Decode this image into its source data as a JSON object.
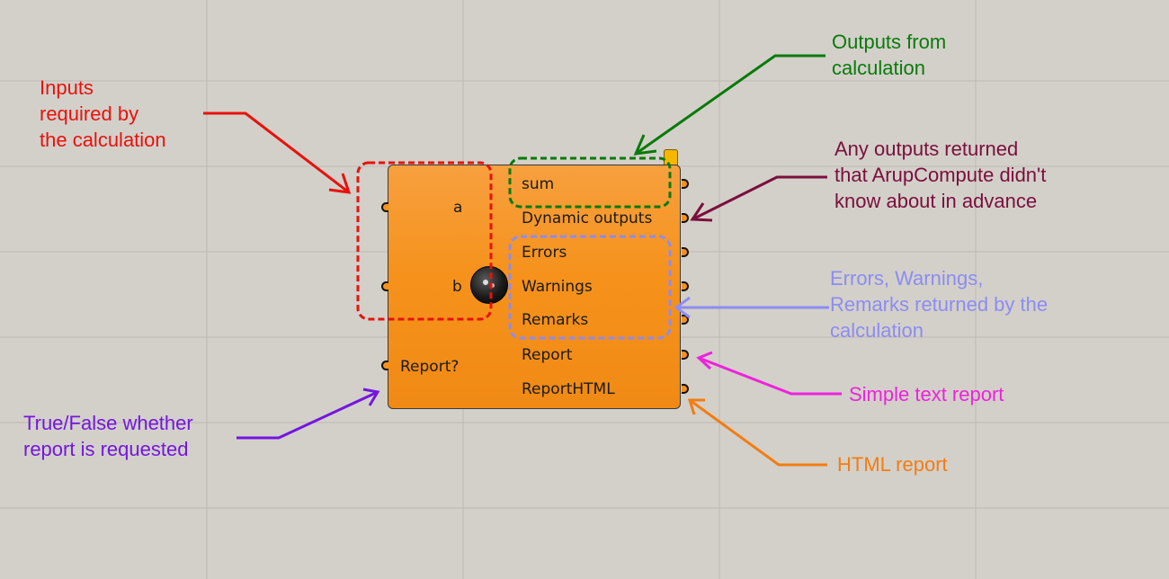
{
  "component": {
    "inputs": [
      {
        "label": "a"
      },
      {
        "label": "b"
      },
      {
        "label": "Report?"
      }
    ],
    "outputs": [
      {
        "label": "sum"
      },
      {
        "label": "Dynamic outputs"
      },
      {
        "label": "Errors"
      },
      {
        "label": "Warnings"
      },
      {
        "label": "Remarks"
      },
      {
        "label": "Report"
      },
      {
        "label": "ReportHTML"
      }
    ],
    "body_color": "#f6921c"
  },
  "annotations": {
    "inputs": {
      "lines": [
        "Inputs",
        "required by",
        "the calculation"
      ],
      "color": "#e8120c"
    },
    "outputs": {
      "lines": [
        "Outputs from",
        "calculation"
      ],
      "color": "#0a7a0a"
    },
    "dynamic": {
      "lines": [
        "Any outputs returned",
        "that ArupCompute didn't",
        "know about in advance"
      ],
      "color": "#7a0f3c"
    },
    "errors": {
      "lines": [
        "Errors, Warnings,",
        "Remarks returned by the",
        "calculation"
      ],
      "color": "#8c8cf2"
    },
    "simple_report": {
      "lines": [
        "Simple text report"
      ],
      "color": "#ee22dd"
    },
    "html_report": {
      "lines": [
        "HTML report"
      ],
      "color": "#f27d12"
    },
    "report_flag": {
      "lines": [
        "True/False whether",
        "report is requested"
      ],
      "color": "#7316e0"
    }
  }
}
